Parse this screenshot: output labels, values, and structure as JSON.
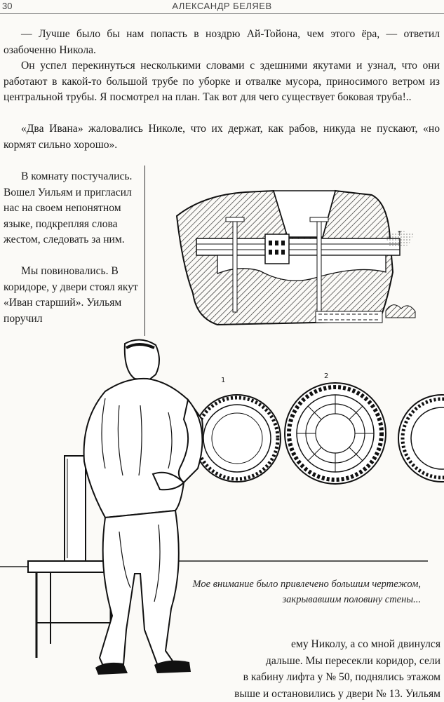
{
  "header": {
    "page_number": "30",
    "running_title": "АЛЕКСАНДР БЕЛЯЕВ"
  },
  "body": {
    "p1": "— Лучше было бы нам попасть в ноздрю Ай-Тойона, чем этого ёра, — ответил озабоченно Никола.",
    "p2": "Он успел перекинуться несколькими словами с здешними якутами и узнал, что они работают в какой-то большой трубе по уборке и отвалке мусора, приносимого ветром из центральной трубы. Я посмотрел на план. Так вот для чего существует боковая труба!..",
    "p3": "«Два Ивана» жаловались Николе, что их держат, как рабов, никуда не пускают, «но кормят сильно хорошо».",
    "p4": "В комнату постучались. Вошел Уильям и пригласил нас на своем непонятном языке, подкрепляя слова жестом, следовать за ним.",
    "p5": "Мы повиновались. В коридоре, у двери стоял якут «Иван старший». Уильям поручил",
    "bottom_lines": [
      "ему Николу, а со мной двинулся",
      "дальше. Мы пересекли коридор, сели",
      "в кабину лифта у № 50, поднялись этажом",
      "выше и остановились у двери № 13. Уильям"
    ]
  },
  "illustrations": {
    "caption": "Мое внимание было привлечено большим чертежом, закрывавшим половину стены...",
    "diagram_label_1": "1",
    "diagram_label_2": "2"
  }
}
